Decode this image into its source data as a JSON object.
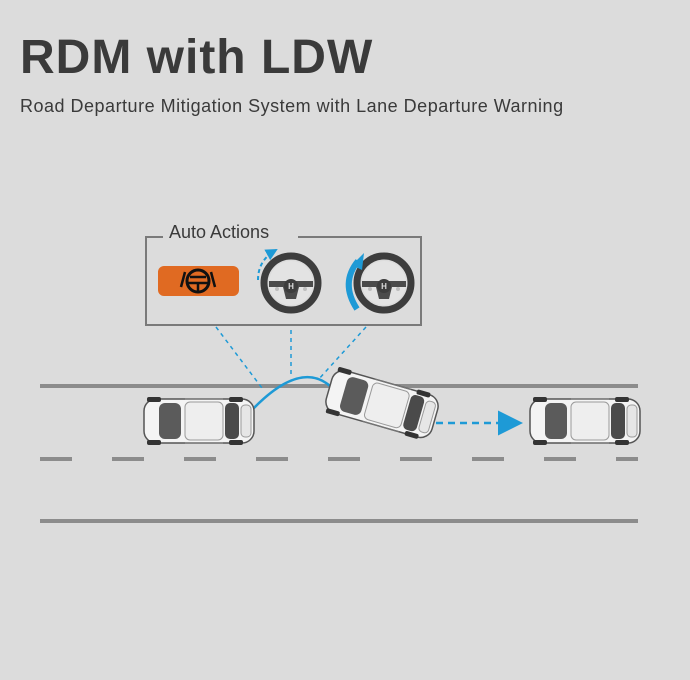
{
  "header": {
    "title": "RDM with LDW",
    "subtitle": "Road Departure Mitigation System with Lane Departure Warning"
  },
  "auto_actions": {
    "label": "Auto Actions",
    "items": [
      {
        "icon": "lane-departure-warning-icon"
      },
      {
        "icon": "steering-wheel-vibration-icon"
      },
      {
        "icon": "steering-wheel-correction-icon"
      }
    ]
  },
  "colors": {
    "background": "#dcdcdc",
    "road_line": "#8c8c8c",
    "accent_blue": "#1e9ad6",
    "warning_orange": "#e06a22",
    "text": "#3a3a3a"
  }
}
